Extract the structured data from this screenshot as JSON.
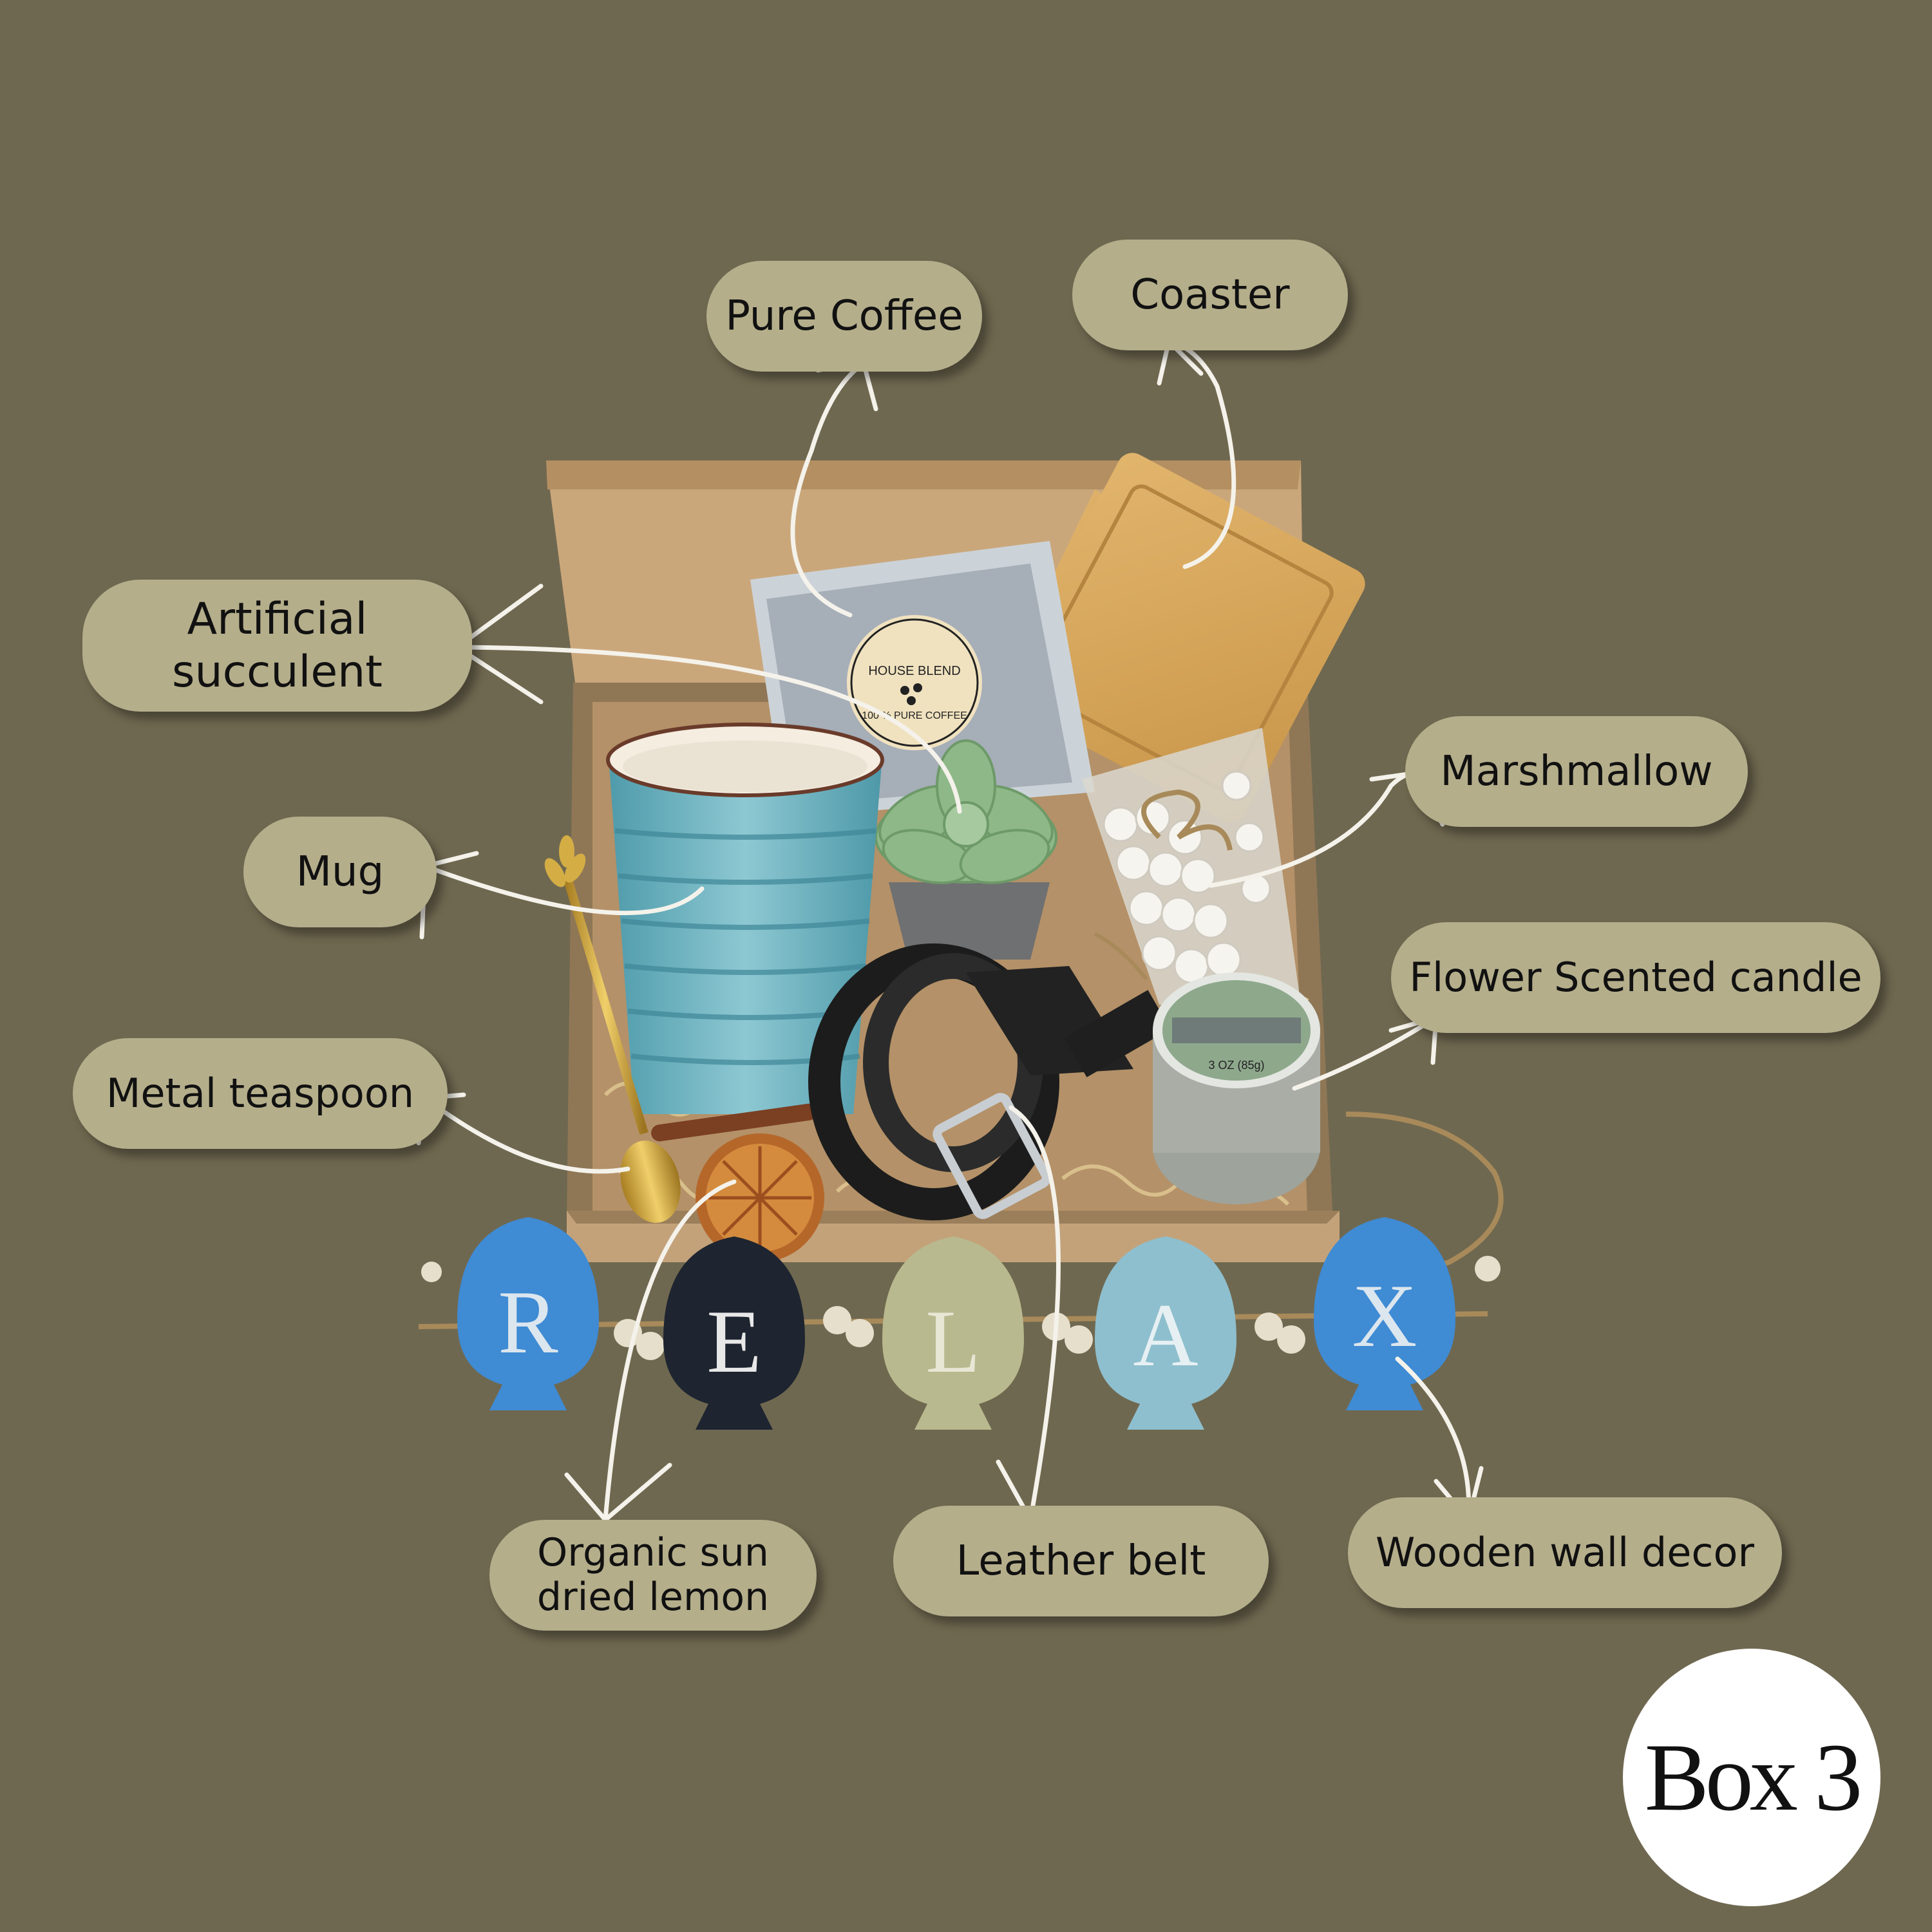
{
  "colors": {
    "background": "#6f6850",
    "label_bg": "#b5ae8b",
    "label_text": "#111111",
    "arrow": "#f4f2ea",
    "badge_bg": "#ffffff"
  },
  "labels": {
    "pure_coffee": "Pure Coffee",
    "coaster": "Coaster",
    "artificial_succulent_line1": "Artificial",
    "artificial_succulent_line2": "succulent",
    "marshmallow": "Marshmallow",
    "mug": "Mug",
    "flower_scented_candle": "Flower Scented candle",
    "metal_teaspoon": "Metal teaspoon",
    "organic_lemon_line1": "Organic sun",
    "organic_lemon_line2": "dried lemon",
    "leather_belt": "Leather belt",
    "wooden_wall_decor": "Wooden wall decor"
  },
  "product_text": {
    "coffee_sticker_top": "HOUSE BLEND",
    "coffee_sticker_bottom": "100 % PURE COFFEE",
    "candle_weight": "3 OZ (85g)"
  },
  "decor_letters": [
    "R",
    "E",
    "L",
    "A",
    "X"
  ],
  "badge": "Box 3"
}
